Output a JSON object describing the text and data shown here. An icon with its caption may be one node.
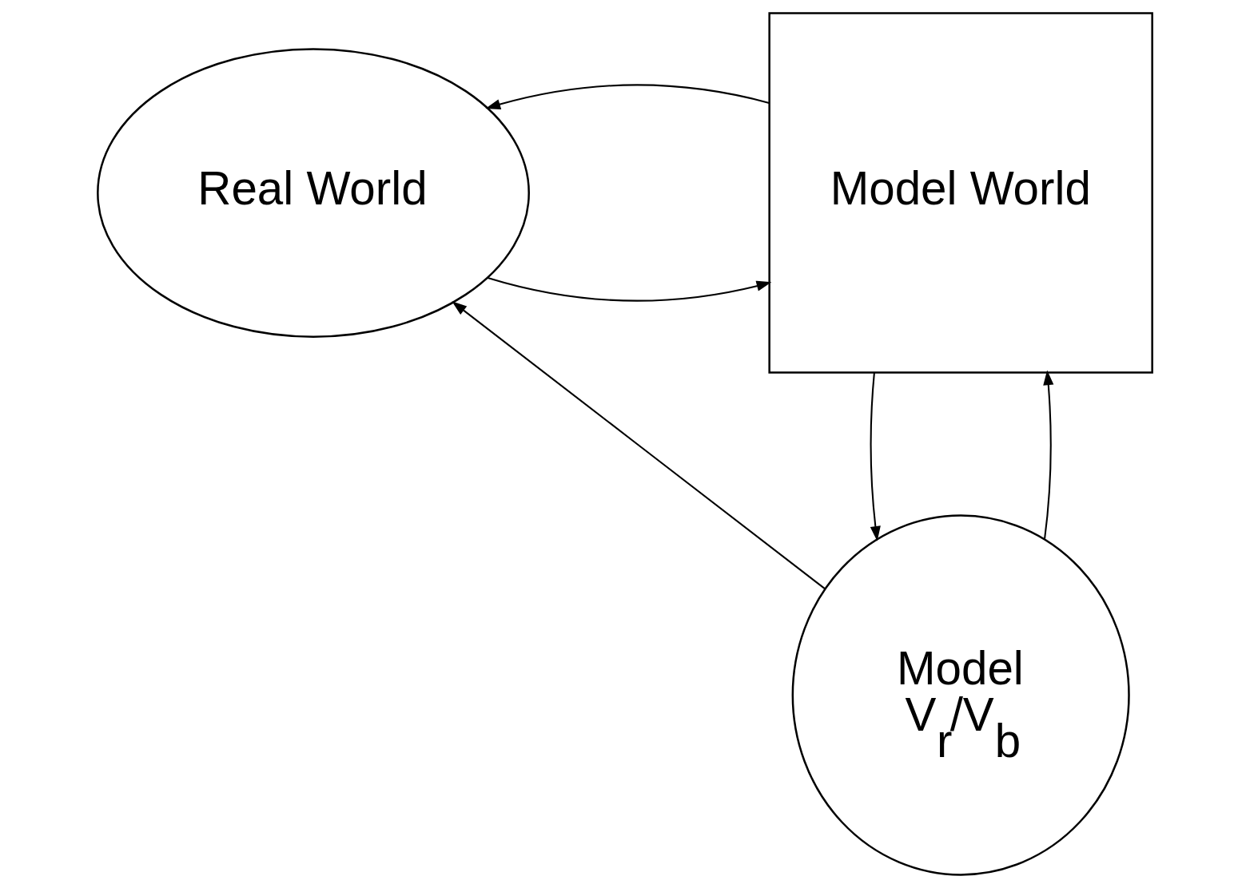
{
  "diagram": {
    "nodes": [
      {
        "text": [
          "Real World"
        ]
      },
      {
        "text": [
          "Model World"
        ]
      },
      {
        "text": [
          "Model",
          "V$_{r}$/V$_{b}$"
        ]
      }
    ],
    "edges": [
      {
        "from": 0,
        "to": 1,
        "arrow": "to"
      },
      {
        "from": 1,
        "to": 0,
        "arrow": "to"
      },
      {
        "from": 2,
        "to": 1,
        "arrow": "to"
      },
      {
        "from": 1,
        "to": 2,
        "arrow": "to"
      },
      {
        "from": 2,
        "to": 0,
        "arrow": "to"
      }
    ]
  }
}
